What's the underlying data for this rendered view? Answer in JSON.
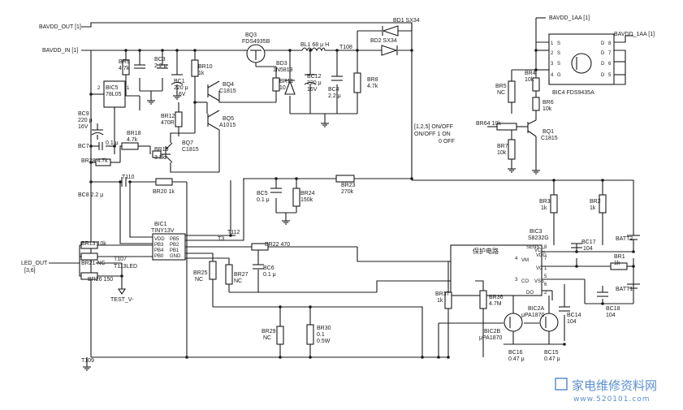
{
  "ports": {
    "bavdd_out": "BAVDD_OUT [1]",
    "bavdd_in": "BAVDD_IN [1]",
    "bavdd_1aa_top": "BAVDD_1AA [1]",
    "bavdd_1aa_right": "BAVDD_1AA [1]",
    "led_out_1": "LED_OUT",
    "led_out_2": "[3,6]",
    "onoff_1": "[1,2,5] ON/OFF",
    "onoff_2": "ON/OFF 1 ON",
    "onoff_3": "0 OFF",
    "test_v": "TEST_V-"
  },
  "components": {
    "bd1": "BD1 SX34",
    "bd2": "BD2 SX34",
    "bq3_1": "BQ3",
    "bq3_2": "FDS4935B",
    "bl1": "BL1 68 μ H",
    "t108": "T108",
    "bd3_1": "BD3",
    "bd3_2": "1N5819",
    "br11_1": "BR11",
    "br11_2": "10",
    "bc12_1": "BC12",
    "bc12_2": "220 μ",
    "bc12_3": "16V",
    "bc4_1": "BC4",
    "bc4_2": "2.2 μ",
    "br8_1": "BR8",
    "br8_2": "4.7k",
    "br9_1": "BR9",
    "br9_2": "4.7k",
    "bc3_1": "BC3",
    "bc3_2": "2.2 μ",
    "bc1_1": "BC1",
    "bc1_2": "220 μ",
    "bc1_3": "16V",
    "br10_1": "BR10",
    "br10_2": "1k",
    "bq4_1": "BQ4",
    "bq4_2": "C1815",
    "bq5_1": "BQ5",
    "bq5_2": "A1015",
    "br12_1": "BR12",
    "br12_2": "470R",
    "bic5_1": "BIC5",
    "bic5_2": "78L05",
    "bic5_p2": "2",
    "bic5_p1": "1",
    "bc9_1": "BC9",
    "bc9_2": "220 μ",
    "bc9_3": "16V",
    "bc7": "BC7",
    "bc7_val": "0.1 μ",
    "br18_1": "BR18",
    "br18_2": "4.7k",
    "br19_1": "BR19",
    "br19_2": "3.3k",
    "bq7_1": "BQ7",
    "bq7_2": "C1815",
    "br28": "BR28 4.7k",
    "bc8": "BC8 2.2 μ",
    "t110": "T110",
    "br20": "BR20 1k",
    "bc5_1": "BC5",
    "bc5_2": "0.1 μ",
    "br24_1": "BR24",
    "br24_2": "150k",
    "br23_1": "BR23",
    "br23_2": "270k",
    "bic1_1": "BIC1",
    "bic1_2": "TINY13V",
    "bic1_pins_l": [
      "VDD",
      "PB3",
      "PB4",
      "PB0"
    ],
    "bic1_pins_r": [
      "PB5",
      "PB2",
      "PB1",
      "GND"
    ],
    "t3": "T3",
    "t112": "T112",
    "br22": "BR22 470",
    "bc6_1": "BC6",
    "bc6_2": "0.1 μ",
    "br13": "BR13 10k",
    "br21": "BR21 NC",
    "t107": "T107",
    "t113": "T113LED",
    "br26": "BR26 150",
    "br25_1": "BR25",
    "br25_2": "NC",
    "br27_1": "BR27",
    "br27_2": "NC",
    "br29_1": "BR29",
    "br29_2": "NC",
    "br30_1": "BR30",
    "br30_2": "0.1",
    "br30_3": "0.5W",
    "t109": "T109",
    "bic4": "BIC4 FDS9435A",
    "bic4_pins": [
      "1",
      "2",
      "3",
      "4",
      "5",
      "6",
      "7",
      "8"
    ],
    "bic4_s": [
      "S",
      "S",
      "S",
      "G"
    ],
    "bic4_d": [
      "D",
      "D",
      "D",
      "D"
    ],
    "br5_1": "BR5",
    "br5_2": "NC",
    "br4_1": "BR4",
    "br4_2": "10k",
    "br6_1": "BR6",
    "br6_2": "10k",
    "br64": "BR64 10k",
    "br7_1": "BR7",
    "br7_2": "10k",
    "bq1_1": "BQ1",
    "bq1_2": "C1815",
    "br3_1": "BR3",
    "br3_2": "1k",
    "br2_1": "BR2",
    "br2_2": "1k",
    "bic3_1": "BIC3",
    "bic3_2": "S8232G",
    "protect": "保护电路",
    "bic3_pins": [
      "SENS",
      "VM",
      "CO",
      "DO",
      "VC",
      "VDD",
      "VSS",
      "VCC"
    ],
    "bic3_nums": [
      "8",
      "4",
      "3",
      "2",
      "1",
      "5",
      "6",
      "7"
    ],
    "bc17_1": "BC17",
    "bc17_2": "104",
    "batt2": "BATT2",
    "br1_1": "BR1",
    "br1_2": "1k",
    "batt1": "BATT1",
    "bc18_1": "BC18",
    "bc18_2": "104",
    "bc14_1": "BC14",
    "bc14_2": "104",
    "br37_1": "BR37",
    "br37_2": "1k",
    "br36_1": "BR36",
    "br36_2": "4.7M",
    "bic2a_1": "BIC2A",
    "bic2a_2": "μPA1870",
    "bic2b_1": "BIC2B",
    "bic2b_2": "μPA1870",
    "bc16_1": "BC16",
    "bc16_2": "0.47 μ",
    "bc15_1": "BC15",
    "bc15_2": "0.47 μ"
  },
  "watermark": {
    "text": "家电维修资料网",
    "url": "www.520101.com"
  }
}
